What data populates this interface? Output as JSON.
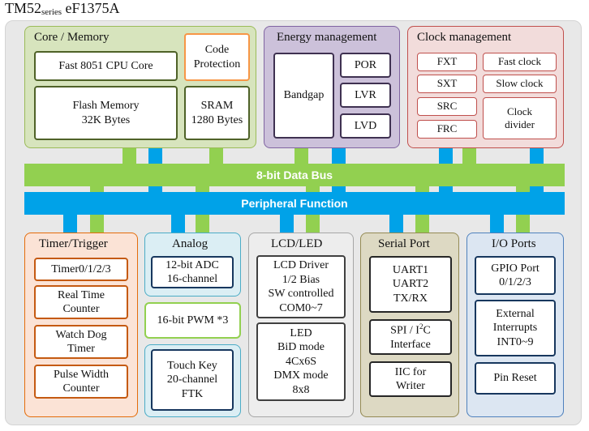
{
  "title": {
    "main": "TM52",
    "sub": "series",
    "model": " eF1375A"
  },
  "core_memory": {
    "title": "Core / Memory",
    "cpu": "Fast 8051 CPU Core",
    "code_protection": [
      "Code",
      "Protection"
    ],
    "flash": [
      "Flash Memory",
      "32K Bytes"
    ],
    "sram": [
      "SRAM",
      "1280 Bytes"
    ]
  },
  "energy": {
    "title": "Energy management",
    "bandgap": "Bandgap",
    "por": "POR",
    "lvr": "LVR",
    "lvd": "LVD"
  },
  "clock": {
    "title": "Clock management",
    "fxt": "FXT",
    "fast": "Fast clock",
    "sxt": "SXT",
    "slow": "Slow clock",
    "src": "SRC",
    "frc": "FRC",
    "divider": [
      "Clock",
      "divider"
    ]
  },
  "data_bus": "8-bit Data Bus",
  "peripheral_bus": "Peripheral Function",
  "timer": {
    "title": "Timer/Trigger",
    "t0123": "Timer0/1/2/3",
    "rtc": [
      "Real Time",
      "Counter"
    ],
    "wdt": [
      "Watch Dog",
      "Timer"
    ],
    "pwc": [
      "Pulse Width",
      "Counter"
    ]
  },
  "analog": {
    "title": "Analog",
    "adc": [
      "12-bit ADC",
      "16-channel"
    ],
    "pwm": "16-bit PWM *3",
    "touch": [
      "Touch Key",
      "20-channel",
      "FTK"
    ]
  },
  "lcd": {
    "title": "LCD/LED",
    "lcd_driver": [
      "LCD Driver",
      "1/2 Bias",
      "SW controlled",
      "COM0~7"
    ],
    "led": [
      "LED",
      "BiD mode",
      "4Cx6S",
      "DMX mode",
      "8x8"
    ]
  },
  "serial": {
    "title": "Serial Port",
    "uart": [
      "UART1",
      "UART2",
      "TX/RX"
    ],
    "spi_a": "SPI / I",
    "spi_sup": "2",
    "spi_b": "C",
    "spi_c": "Interface",
    "iic": [
      "IIC for",
      "Writer"
    ]
  },
  "io": {
    "title": "I/O Ports",
    "gpio": [
      "GPIO Port",
      "0/1/2/3"
    ],
    "ext": [
      "External",
      "Interrupts",
      "INT0~9"
    ],
    "reset": "Pin Reset"
  },
  "colors": {
    "core": "#d7e4bd",
    "energy": "#ccc1da",
    "clock": "#f2dcdb",
    "timer": "#fbe3d6",
    "analog": "#dbeef4",
    "lcd": "#ededed",
    "serial": "#ddd9c3",
    "io": "#dce6f2",
    "data_bus": "#92d050",
    "peripheral_bus": "#00a2e8"
  }
}
